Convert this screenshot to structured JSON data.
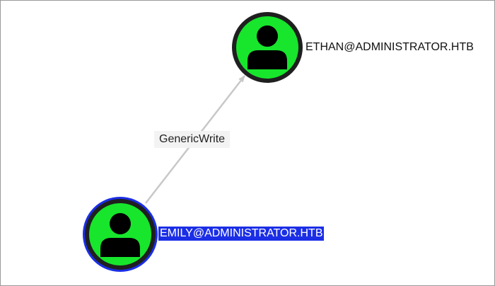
{
  "graph": {
    "nodes": [
      {
        "id": "ethan",
        "label": "ETHAN@ADMINISTRATOR.HTB",
        "type": "user",
        "fill": "#17e62c",
        "ring": "#1f1f1f",
        "selected": false
      },
      {
        "id": "emily",
        "label": "EMILY@ADMINISTRATOR.HTB",
        "type": "user",
        "fill": "#17e62c",
        "ring": "#1f1f1f",
        "selected": true,
        "selection_color": "#1b2ee6"
      }
    ],
    "edges": [
      {
        "from": "emily",
        "to": "ethan",
        "label": "GenericWrite",
        "color": "#c8c8c8"
      }
    ],
    "icons": {
      "user": "user-icon"
    }
  }
}
